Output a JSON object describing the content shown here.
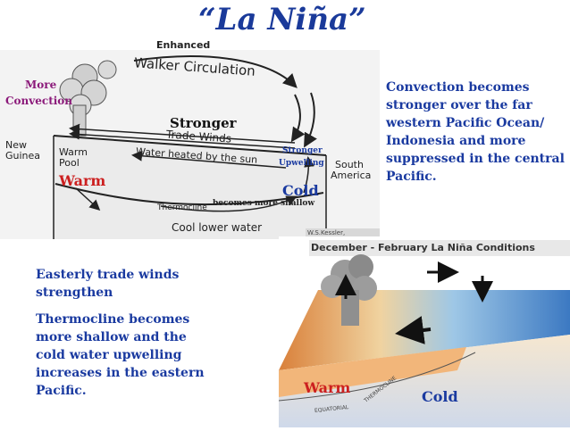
{
  "title": "“La Niña”",
  "top_diagram": {
    "enhanced": "Enhanced",
    "walker_circulation": "Walker Circulation",
    "more_convection": [
      "More",
      "Convection"
    ],
    "stronger": "Stronger",
    "trade_winds": "Trade Winds",
    "new_guinea": [
      "New",
      "Guinea"
    ],
    "warm_pool": [
      "Warm",
      "Pool"
    ],
    "warm": "Warm",
    "water_heated": "Water heated by the sun",
    "stronger_upwelling": [
      "Stronger",
      "Upwelling"
    ],
    "cold": "Cold",
    "south_america": [
      "South",
      "America"
    ],
    "thermocline": "Thermocline",
    "becomes_more_shallow": "becomes more shallow",
    "cool_lower_water": "Cool lower water",
    "credit": "W.S.Kessler, NOAA/PMEL"
  },
  "bottom_diagram": {
    "title": "December - February La Niña Conditions",
    "warm": "Warm",
    "cold": "Cold",
    "thermocline": "THERMOCLINE",
    "equatorial": "EQUATORIAL"
  },
  "text_right": [
    "Convection becomes",
    "stronger over the far",
    "western Pacific Ocean/",
    "Indonesia and more",
    "suppressed in the central",
    "Pacific."
  ],
  "text_left_1": [
    "Easterly trade winds",
    "strengthen"
  ],
  "text_left_2": [
    "Thermocline becomes",
    "more shallow and the",
    "cold water upwelling",
    "increases in the eastern",
    "Pacific."
  ],
  "colors": {
    "title": "#1a3a9a",
    "text": "#1a3aa0",
    "warm": "#cc1f1f",
    "convection": "#8b1a7a"
  }
}
